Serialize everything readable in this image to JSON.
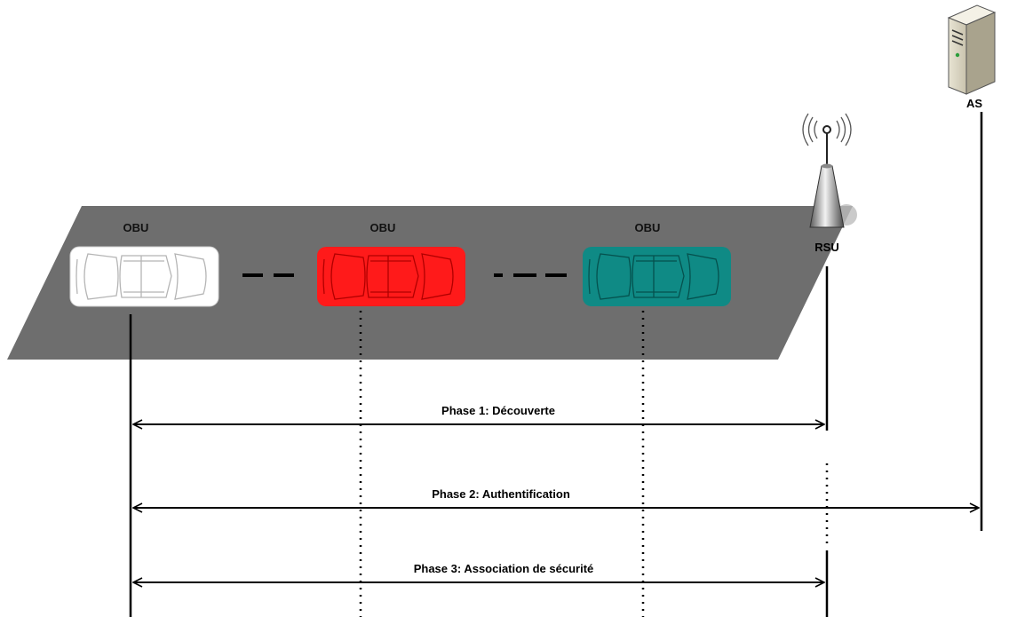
{
  "nodes": {
    "obu_1": "OBU",
    "obu_2": "OBU",
    "obu_3": "OBU",
    "rsu": "RSU",
    "as": "AS"
  },
  "phases": [
    {
      "label": "Phase 1: Découverte"
    },
    {
      "label": "Phase 2: Authentification"
    },
    {
      "label": "Phase 3: Association de sécurité"
    }
  ],
  "colors": {
    "road": "#6e6e6e",
    "car_1": "#ffffff",
    "car_2": "#ff1a1a",
    "car_3": "#0f8a85",
    "line": "#000000"
  },
  "icons": {
    "vehicle": "car-icon",
    "rsu": "antenna-icon",
    "as": "server-icon"
  }
}
